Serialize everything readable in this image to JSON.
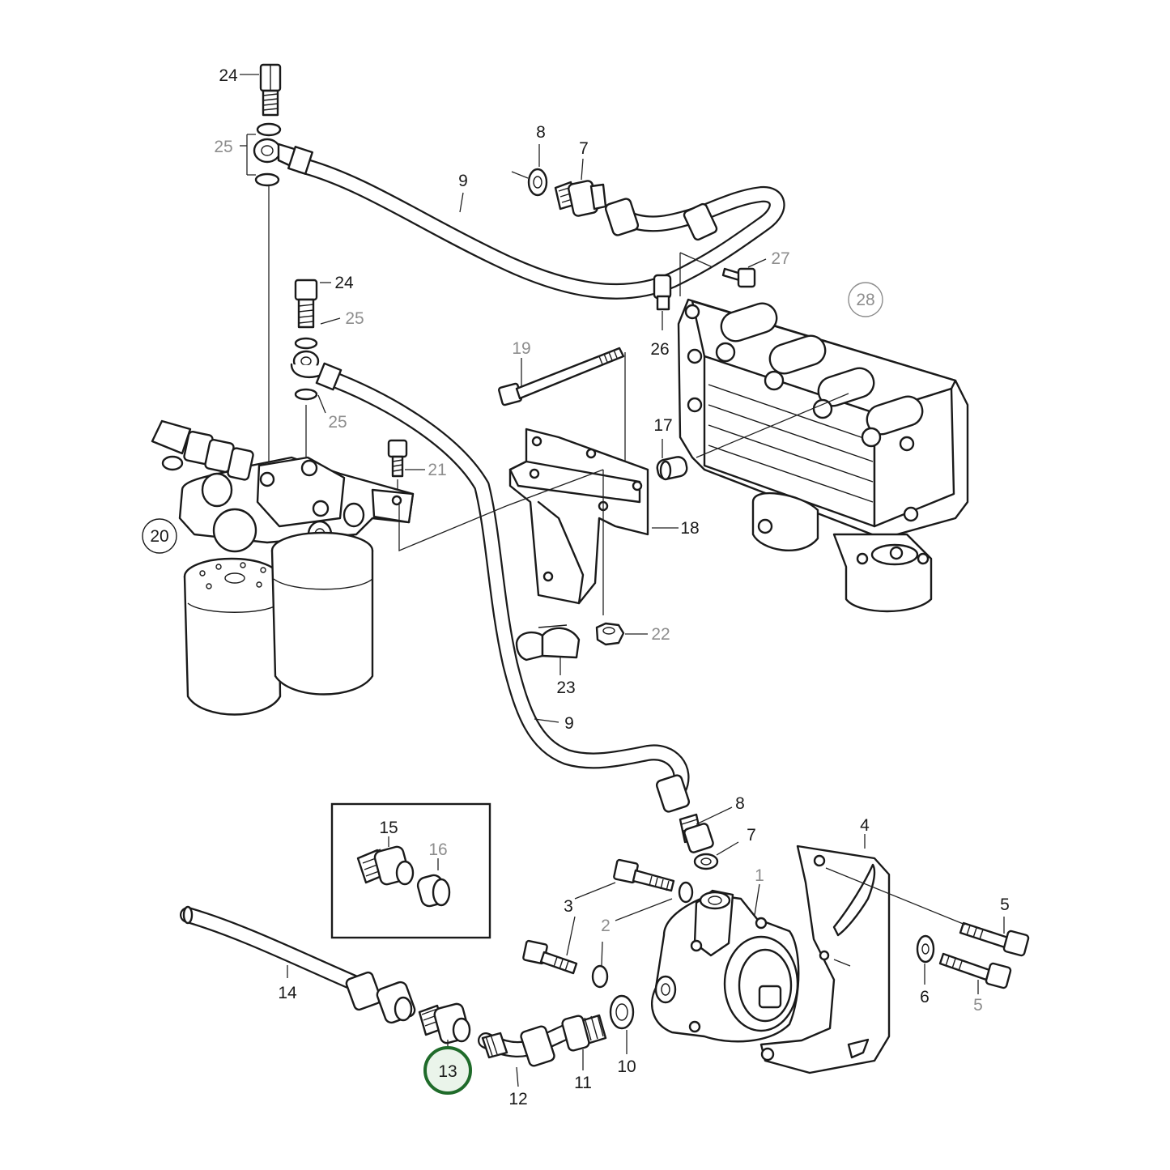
{
  "diagram": {
    "highlighted_callout": "13",
    "highlight_color": "#1f6b2a",
    "grey_label_color": "#8d8d8d",
    "labels": {
      "c1": "1",
      "c2": "2",
      "c3": "3",
      "c4": "4",
      "c5a": "5",
      "c5b": "5",
      "c6": "6",
      "c7a": "7",
      "c7b": "7",
      "c8a": "8",
      "c8b": "8",
      "c9a": "9",
      "c9b": "9",
      "c10": "10",
      "c11": "11",
      "c12": "12",
      "c13": "13",
      "c14": "14",
      "c15": "15",
      "c16": "16",
      "c17": "17",
      "c18": "18",
      "c19": "19",
      "c20": "20",
      "c21": "21",
      "c22": "22",
      "c23": "23",
      "c24a": "24",
      "c24b": "24",
      "c25a": "25",
      "c25b": "25",
      "c25c": "25",
      "c26": "26",
      "c27": "27",
      "c28": "28"
    }
  }
}
